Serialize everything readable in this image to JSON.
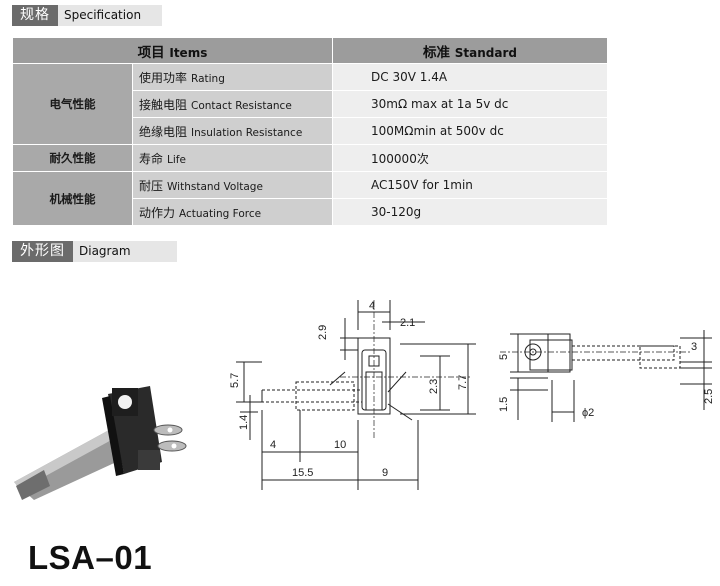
{
  "spec_section": {
    "title_cn": "规格",
    "title_en": "Specification"
  },
  "table": {
    "header": {
      "items_cn": "项目",
      "items_en": "Items",
      "std_cn": "标准",
      "std_en": "Standard"
    },
    "groups": [
      {
        "category": "电气性能",
        "rows": [
          {
            "item_cn": "使用功率",
            "item_en": "Rating",
            "standard": "DC 30V 1.4A"
          },
          {
            "item_cn": "接触电阻",
            "item_en": "Contact Resistance",
            "standard": "30mΩ max at 1a 5v dc"
          },
          {
            "item_cn": "绝缘电阻",
            "item_en": "Insulation Resistance",
            "standard": "100MΩmin at 500v dc"
          }
        ]
      },
      {
        "category": "耐久性能",
        "rows": [
          {
            "item_cn": "寿命",
            "item_en": "Life",
            "standard": "100000次"
          }
        ]
      },
      {
        "category": "机械性能",
        "rows": [
          {
            "item_cn": "耐压",
            "item_en": "Withstand Voltage",
            "standard": "AC150V for 1min"
          },
          {
            "item_cn": "动作力",
            "item_en": "Actuating Force",
            "standard": "30-120g"
          }
        ]
      }
    ]
  },
  "diagram_section": {
    "title_cn": "外形图",
    "title_en": "Diagram"
  },
  "dimensions": {
    "d4": "4",
    "d2_1": "2.1",
    "d2_9": "2.9",
    "d5_7": "5.7",
    "d1_4": "1.4",
    "d2_3": "2.3",
    "d7_7": "7.7",
    "d4b": "4",
    "d10": "10",
    "d15_5": "15.5",
    "d9": "9",
    "d5": "5",
    "d3": "3",
    "d1_5": "1.5",
    "d2_5": "2.5",
    "phi2": "ϕ2"
  },
  "model": "LSA–01"
}
